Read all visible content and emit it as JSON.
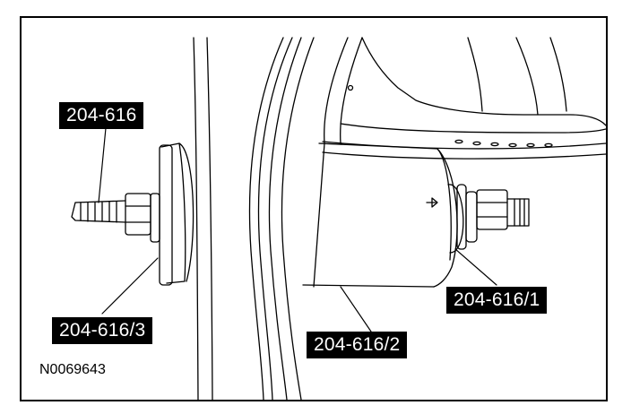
{
  "figure": {
    "callouts": {
      "tool": "204-616",
      "part1": "204-616/1",
      "part2": "204-616/2",
      "part3": "204-616/3"
    },
    "figure_id": "N0069643"
  },
  "colors": {
    "ink": "#000000",
    "paper": "#ffffff"
  }
}
